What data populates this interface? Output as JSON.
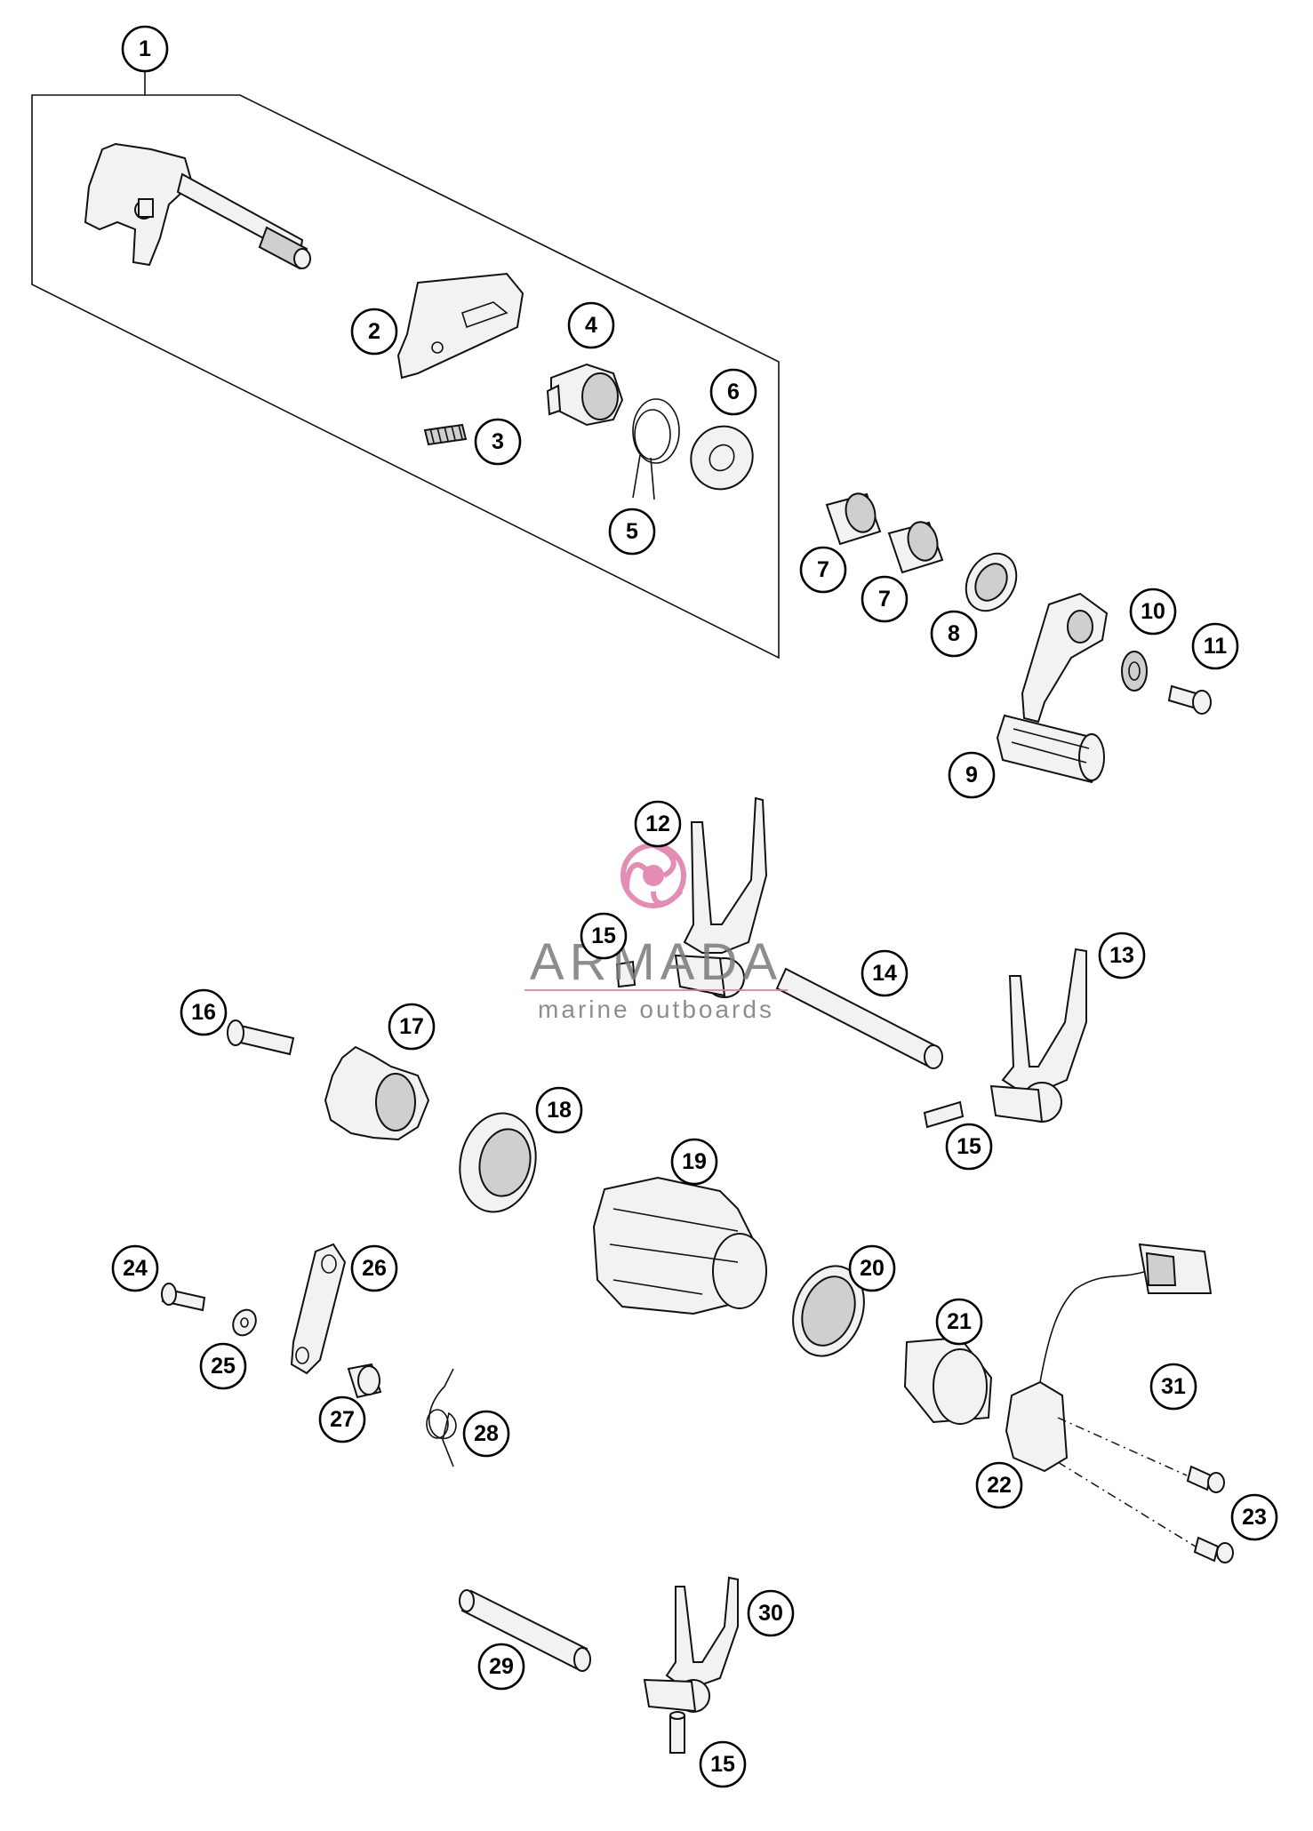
{
  "callouts": [
    {
      "id": "c1",
      "label": "1"
    },
    {
      "id": "c2",
      "label": "2"
    },
    {
      "id": "c3",
      "label": "3"
    },
    {
      "id": "c4",
      "label": "4"
    },
    {
      "id": "c5",
      "label": "5"
    },
    {
      "id": "c6",
      "label": "6"
    },
    {
      "id": "c7a",
      "label": "7"
    },
    {
      "id": "c7b",
      "label": "7"
    },
    {
      "id": "c8",
      "label": "8"
    },
    {
      "id": "c9",
      "label": "9"
    },
    {
      "id": "c10",
      "label": "10"
    },
    {
      "id": "c11",
      "label": "11"
    },
    {
      "id": "c12",
      "label": "12"
    },
    {
      "id": "c13",
      "label": "13"
    },
    {
      "id": "c14",
      "label": "14"
    },
    {
      "id": "c15a",
      "label": "15"
    },
    {
      "id": "c15b",
      "label": "15"
    },
    {
      "id": "c15c",
      "label": "15"
    },
    {
      "id": "c16",
      "label": "16"
    },
    {
      "id": "c17",
      "label": "17"
    },
    {
      "id": "c18",
      "label": "18"
    },
    {
      "id": "c19",
      "label": "19"
    },
    {
      "id": "c20",
      "label": "20"
    },
    {
      "id": "c21",
      "label": "21"
    },
    {
      "id": "c22",
      "label": "22"
    },
    {
      "id": "c23",
      "label": "23"
    },
    {
      "id": "c24",
      "label": "24"
    },
    {
      "id": "c25",
      "label": "25"
    },
    {
      "id": "c26",
      "label": "26"
    },
    {
      "id": "c27",
      "label": "27"
    },
    {
      "id": "c28",
      "label": "28"
    },
    {
      "id": "c29",
      "label": "29"
    },
    {
      "id": "c30",
      "label": "30"
    },
    {
      "id": "c31",
      "label": "31"
    }
  ],
  "watermark": {
    "brand": "ARMADA",
    "tagline": "marine outboards",
    "color": "#e07aa8"
  }
}
